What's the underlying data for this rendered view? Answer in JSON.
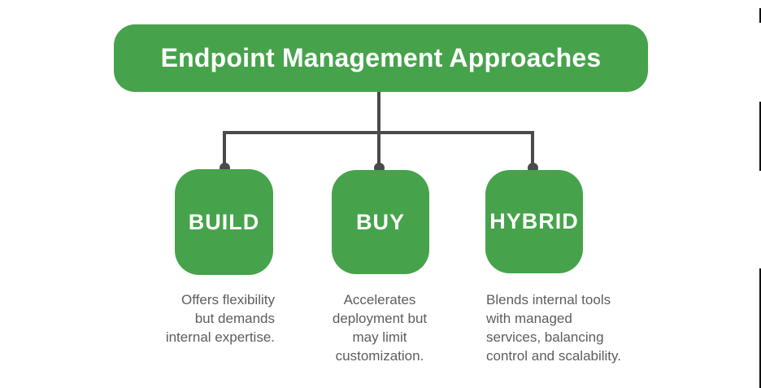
{
  "colors": {
    "green": "#46a34b",
    "line": "#4a4a4a",
    "text_gray": "#5d5d5d",
    "mark": "#111111"
  },
  "title": {
    "label": "Endpoint Management Approaches"
  },
  "nodes": [
    {
      "label": "BUILD",
      "description": "Offers flexibility\nbut demands\ninternal expertise."
    },
    {
      "label": "BUY",
      "description": "Accelerates\ndeployment but\nmay limit\ncustomization."
    },
    {
      "label": "HYBRID",
      "description": "Blends internal tools\nwith managed\nservices, balancing\ncontrol and scalability."
    }
  ]
}
